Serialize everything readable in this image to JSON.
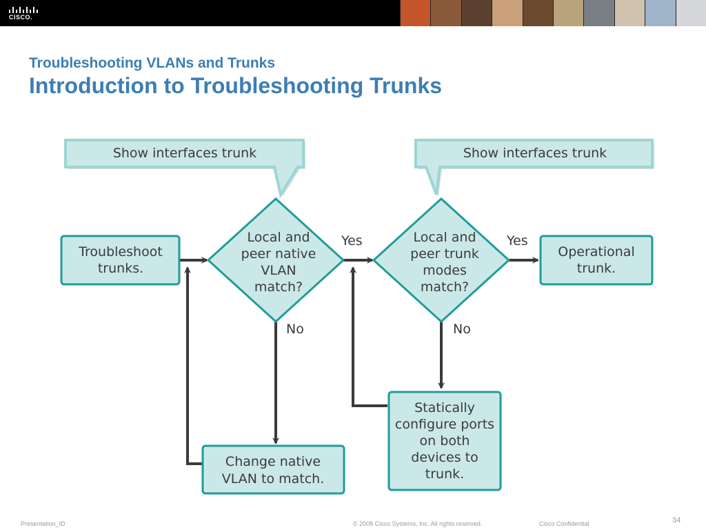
{
  "header": {
    "logo_text": "CISCO.",
    "photos": [
      "#c4552a",
      "#8a5a3a",
      "#5b4030",
      "#caa07a",
      "#6c4a2e",
      "#b9a37c",
      "#7a7f85",
      "#cfc3b0",
      "#9fb3c9",
      "#d4d6d9"
    ]
  },
  "slide": {
    "subtitle": "Troubleshooting VLANs and Trunks",
    "title": "Introduction to Troubleshooting Trunks"
  },
  "flowchart": {
    "callout_left": "Show interfaces trunk",
    "callout_right": "Show interfaces trunk",
    "start_box": [
      "Troubleshoot",
      "trunks."
    ],
    "decision1": [
      "Local and",
      "peer native",
      "VLAN",
      "match?"
    ],
    "decision2": [
      "Local and",
      "peer trunk",
      "modes",
      "match?"
    ],
    "end_box": [
      "Operational",
      "trunk."
    ],
    "fix1_box": [
      "Change native",
      "VLAN to match."
    ],
    "fix2_box": [
      "Statically",
      "configure ports",
      "on both",
      "devices to",
      "trunk."
    ],
    "yes1": "Yes",
    "yes2": "Yes",
    "no1": "No",
    "no2": "No"
  },
  "colors": {
    "box_fill": "#cbe8e8",
    "box_stroke": "#1f9c9a",
    "arrow": "#3a3a3a",
    "title_blue": "#3d7eb3"
  },
  "footer": {
    "left": "Presentation_ID",
    "copyright": "© 2008 Cisco Systems, Inc. All rights reserved.",
    "confidential": "Cisco Confidential",
    "page": "34"
  }
}
